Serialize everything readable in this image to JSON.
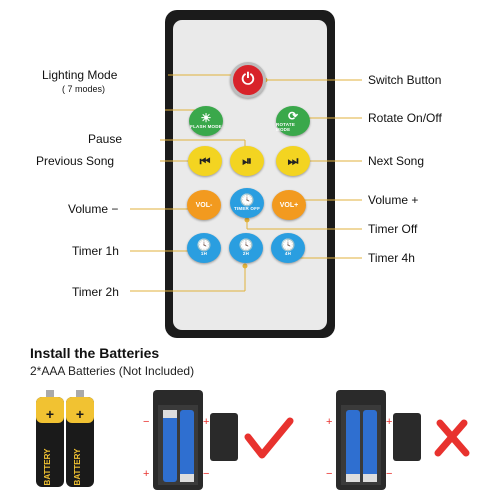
{
  "remote": {
    "power_button": {
      "icon": "power-icon",
      "color": "#d8232a"
    },
    "flash_button": {
      "text": "FLASH MODE",
      "icon": "sun-icon",
      "color": "#3aa84b"
    },
    "rotate_button": {
      "text": "ROTATE MODE",
      "icon": "rotate-icon",
      "color": "#3aa84b"
    },
    "prev_button": {
      "icon": "skip-back-icon",
      "color": "#f3d421"
    },
    "play_button": {
      "icon": "play-pause-icon",
      "color": "#f3d421"
    },
    "next_button": {
      "icon": "skip-forward-icon",
      "color": "#f3d421"
    },
    "vol_minus_button": {
      "text": "VOL-",
      "color": "#f29a1f"
    },
    "timer_off_button": {
      "text": "TIMER OFF",
      "icon": "clock-icon",
      "color": "#2a9ee0"
    },
    "vol_plus_button": {
      "text": "VOL+",
      "color": "#f29a1f"
    },
    "timer_1h_button": {
      "text": "1H",
      "icon": "clock-icon",
      "color": "#2a9ee0"
    },
    "timer_2h_button": {
      "text": "2H",
      "icon": "clock-icon",
      "color": "#2a9ee0"
    },
    "timer_4h_button": {
      "text": "4H",
      "icon": "clock-icon",
      "color": "#2a9ee0"
    }
  },
  "labels": {
    "lighting_mode": "Lighting Mode",
    "lighting_modes_count": "( 7 modes)",
    "switch_button": "Switch Button",
    "rotate": "Rotate On/Off",
    "pause": "Pause",
    "previous_song": "Previous Song",
    "next_song": "Next Song",
    "volume_minus": "Volume −",
    "volume_plus": "Volume +",
    "timer_off": "Timer Off",
    "timer_1h": "Timer 1h",
    "timer_4h": "Timer 4h",
    "timer_2h": "Timer 2h"
  },
  "batteries": {
    "heading": "Install the Batteries",
    "subheading": "2*AAA Batteries (Not Included)",
    "battery_text": "BATTERY",
    "correct_icon": "checkmark-icon",
    "wrong_icon": "cross-icon",
    "plus_sign": "+",
    "minus_sign": "−"
  },
  "colors": {
    "line_color": "#e0b23c",
    "check_color": "#e8322e"
  }
}
